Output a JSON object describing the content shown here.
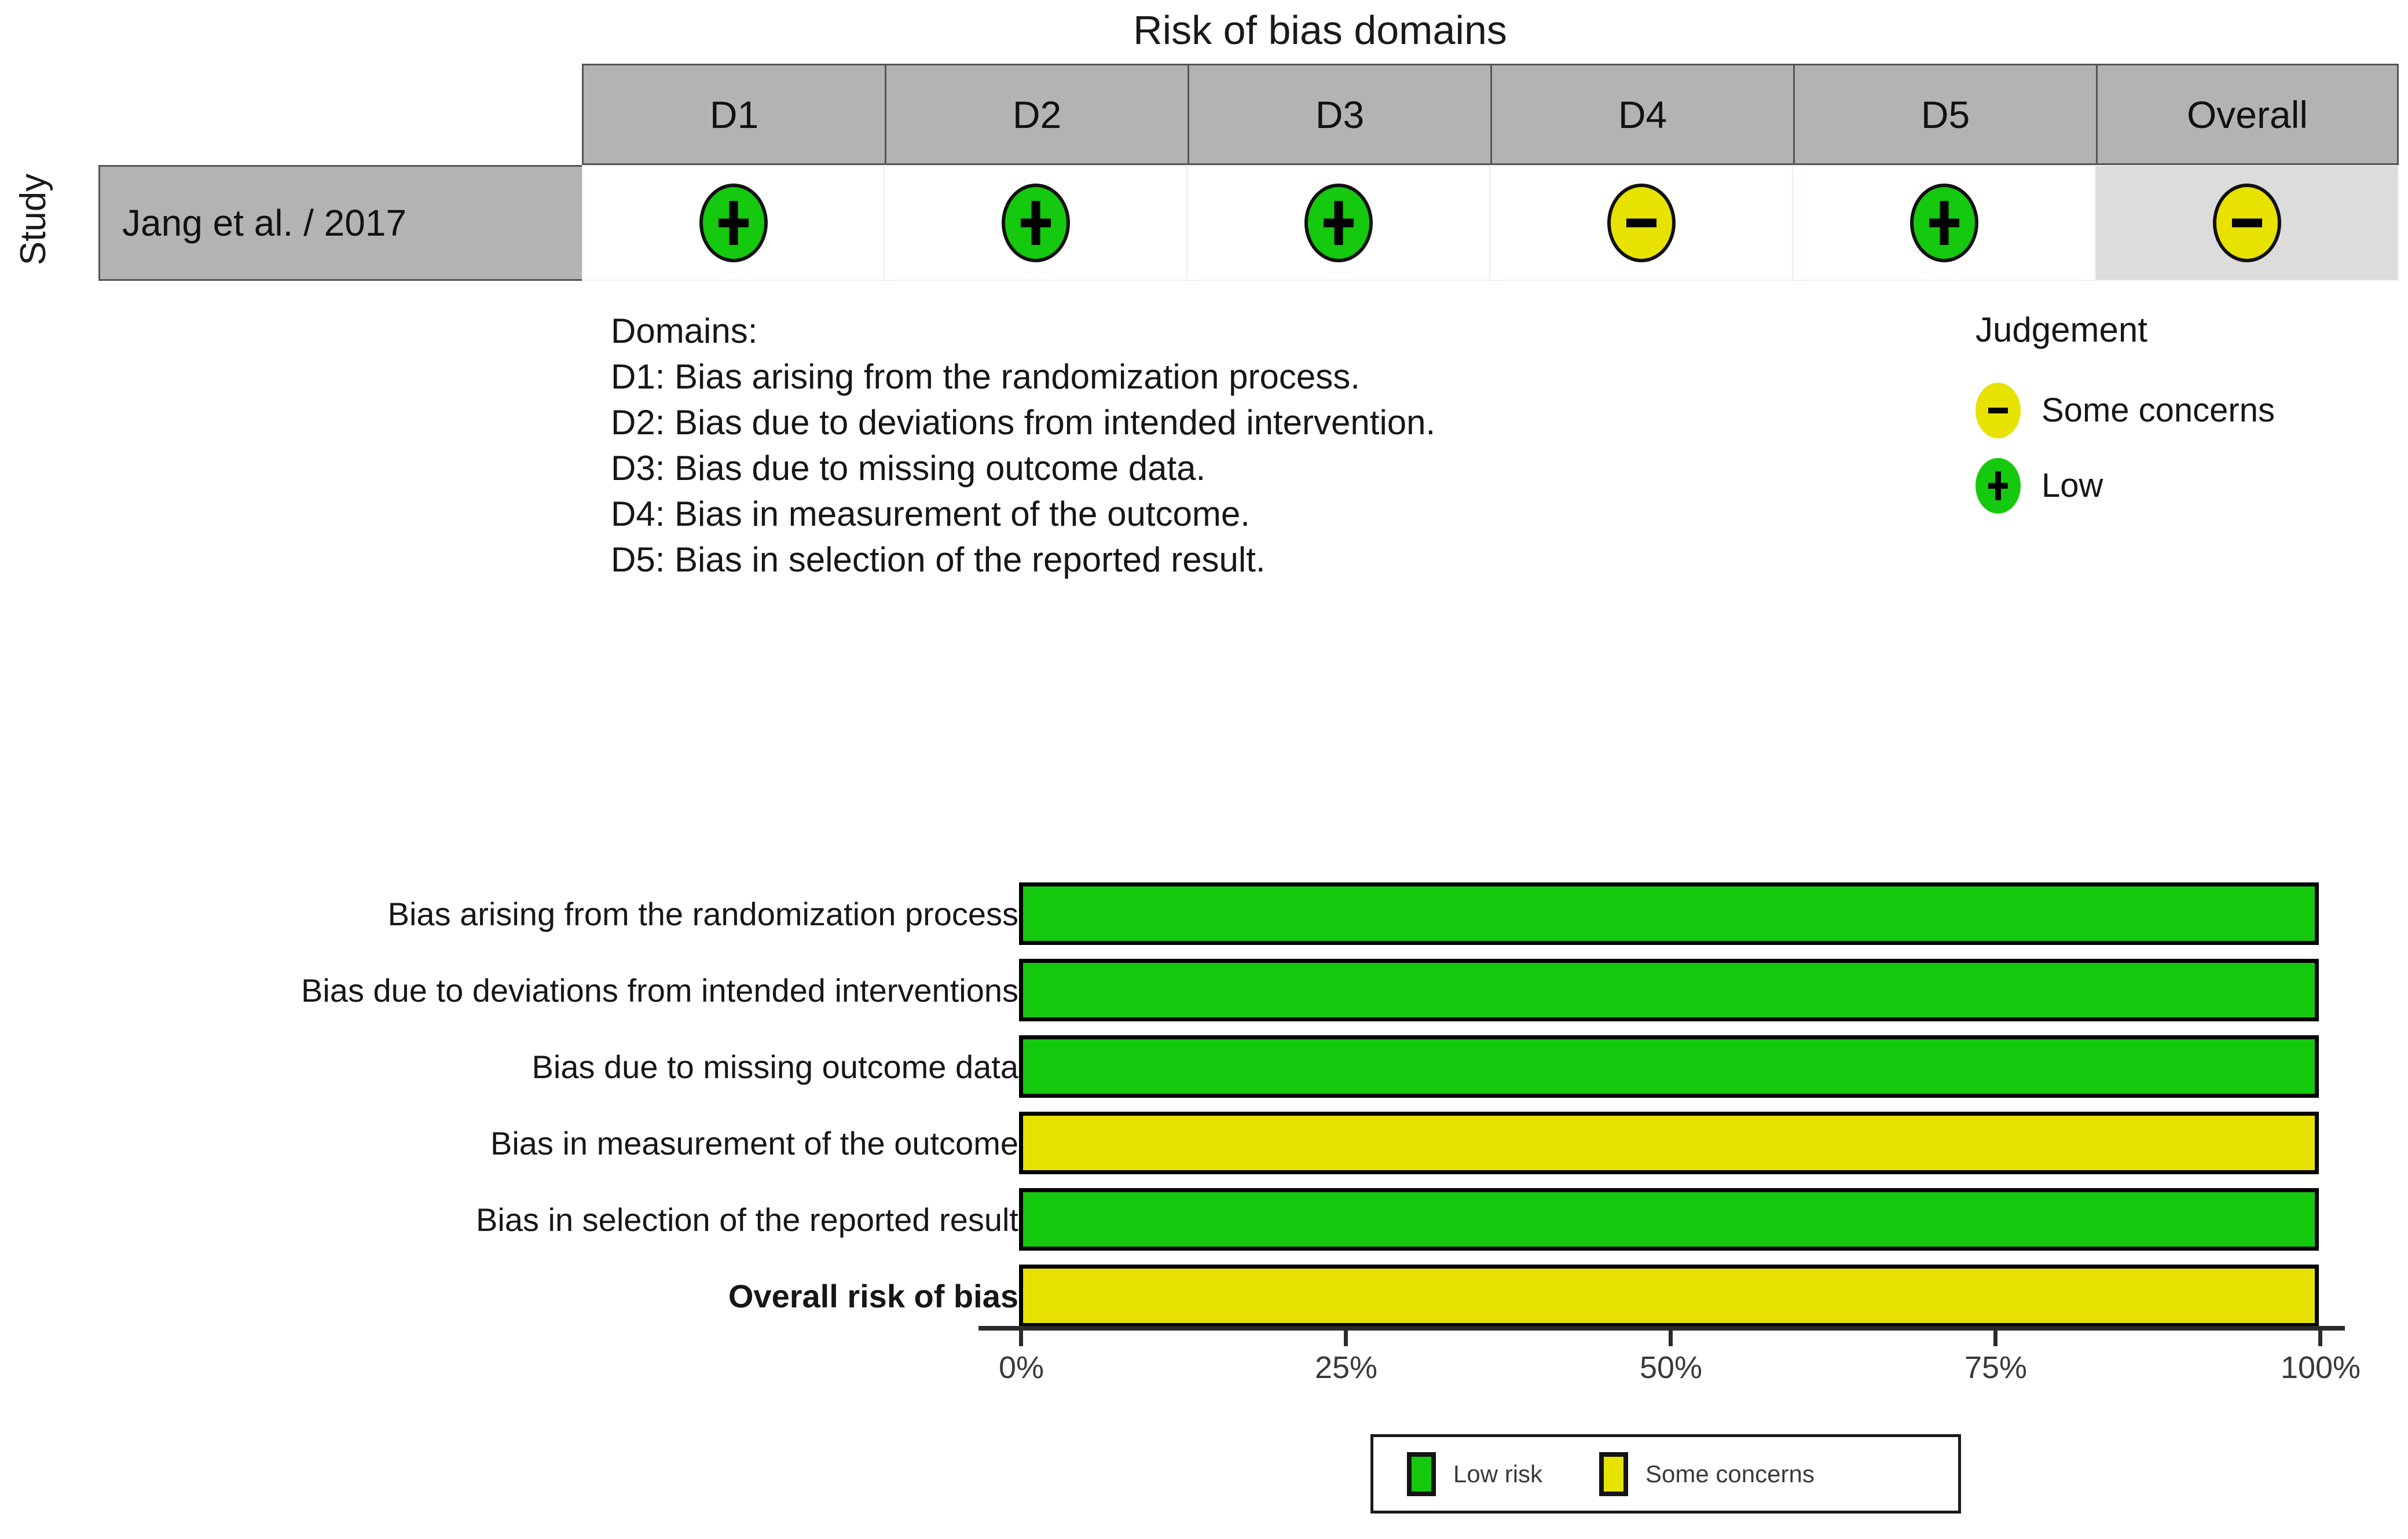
{
  "traffic_light": {
    "title": "Risk of bias domains",
    "y_axis_label": "Study",
    "column_headers": [
      "D1",
      "D2",
      "D3",
      "D4",
      "D5",
      "Overall"
    ],
    "rows": [
      {
        "study": "Jang et al. / 2017",
        "judgements": [
          "low",
          "low",
          "low",
          "some",
          "low",
          "some"
        ]
      }
    ]
  },
  "domains_key": {
    "heading": "Domains:",
    "lines": [
      "D1: Bias arising from the randomization process.",
      "D2: Bias due to deviations from intended intervention.",
      "D3: Bias due to missing outcome data.",
      "D4: Bias in measurement of the outcome.",
      "D5: Bias in selection of the reported result."
    ]
  },
  "judgement_legend": {
    "title": "Judgement",
    "items": [
      {
        "glyph": "minus",
        "label": "Some concerns",
        "color": "#e8e200"
      },
      {
        "glyph": "plus",
        "label": "Low",
        "color": "#15c90e"
      }
    ]
  },
  "bottom_legend": {
    "items": [
      {
        "label": "Low risk",
        "color": "#15c90e"
      },
      {
        "label": "Some concerns",
        "color": "#e8e200"
      }
    ]
  },
  "chart_data": {
    "type": "bar",
    "orientation": "horizontal",
    "stacked": true,
    "title": "",
    "xlabel": "",
    "ylabel": "",
    "xlim": [
      0,
      100
    ],
    "xticks": [
      0,
      25,
      50,
      75,
      100
    ],
    "xtick_labels": [
      "0%",
      "25%",
      "50%",
      "75%",
      "100%"
    ],
    "grid": false,
    "legend_position": "bottom",
    "categories": [
      "Bias arising from the randomization process",
      "Bias due to deviations from intended interventions",
      "Bias due to missing outcome data",
      "Bias in measurement of the outcome",
      "Bias in selection of the reported result",
      "Overall risk of bias"
    ],
    "series": [
      {
        "name": "Low risk",
        "color": "#15c90e",
        "values": [
          100,
          100,
          100,
          0,
          100,
          0
        ]
      },
      {
        "name": "Some concerns",
        "color": "#e8e200",
        "values": [
          0,
          0,
          0,
          100,
          0,
          100
        ]
      }
    ],
    "bars": [
      {
        "category": "Bias arising from the randomization process",
        "judgement": "Low risk",
        "value": 100,
        "color": "#15c90e",
        "bold_label": false
      },
      {
        "category": "Bias due to deviations from intended interventions",
        "judgement": "Low risk",
        "value": 100,
        "color": "#15c90e",
        "bold_label": false
      },
      {
        "category": "Bias due to missing outcome data",
        "judgement": "Low risk",
        "value": 100,
        "color": "#15c90e",
        "bold_label": false
      },
      {
        "category": "Bias in measurement of the outcome",
        "judgement": "Some concerns",
        "value": 100,
        "color": "#e8e200",
        "bold_label": false
      },
      {
        "category": "Bias in selection of the reported result",
        "judgement": "Low risk",
        "value": 100,
        "color": "#15c90e",
        "bold_label": false
      },
      {
        "category": "Overall risk of bias",
        "judgement": "Some concerns",
        "value": 100,
        "color": "#e8e200",
        "bold_label": true
      }
    ]
  }
}
